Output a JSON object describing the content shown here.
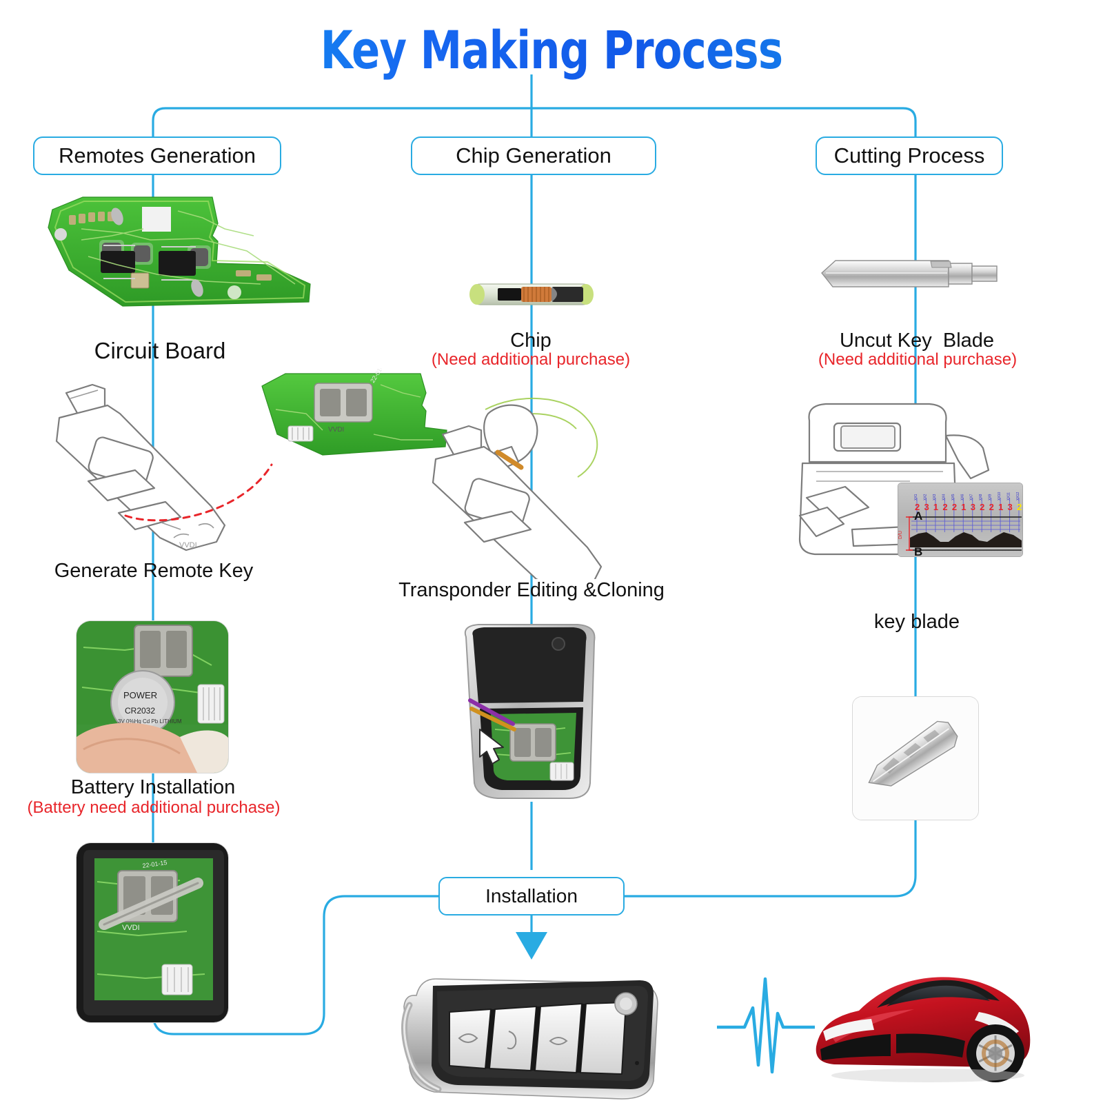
{
  "title": "Key Making Process",
  "theme": {
    "line": "#29ABE2",
    "title_gradient_from": "#12A9F0",
    "title_gradient_to": "#1259E8",
    "caption_color": "#111111",
    "warning_color": "#E8252A"
  },
  "stages": [
    {
      "id": "remotes",
      "label": "Remotes Generation"
    },
    {
      "id": "chip",
      "label": "Chip Generation"
    },
    {
      "id": "cutting",
      "label": "Cutting Process"
    }
  ],
  "columns": {
    "left": {
      "header": "Remotes Generation",
      "steps": [
        {
          "name": "circuit-board",
          "label": "Circuit Board",
          "note": ""
        },
        {
          "name": "generate-remote-key",
          "label": "Generate Remote Key",
          "note": ""
        },
        {
          "name": "battery-installation",
          "label": "Battery Installation",
          "note": "(Battery need additional purchase)"
        },
        {
          "name": "assembled-board",
          "label": "",
          "note": ""
        }
      ]
    },
    "middle": {
      "header": "Chip Generation",
      "steps": [
        {
          "name": "chip",
          "label": "Chip",
          "note": "(Need additional purchase)"
        },
        {
          "name": "transponder-cloning",
          "label": "Transponder Editing &Cloning",
          "note": ""
        },
        {
          "name": "chip-insertion",
          "label": "",
          "note": ""
        }
      ]
    },
    "right": {
      "header": "Cutting Process",
      "steps": [
        {
          "name": "uncut-key-blade",
          "label": "Uncut Key  Blade",
          "note": "(Need additional purchase)"
        },
        {
          "name": "key-cutting",
          "label": "key blade",
          "note": ""
        },
        {
          "name": "cut-blade",
          "label": "",
          "note": ""
        }
      ]
    }
  },
  "installation": {
    "label": "Installation"
  },
  "cutting_chart": {
    "row_top_label": "A",
    "row_bottom_label": "B",
    "side_label": "D/U",
    "depths": [
      "2",
      "3",
      "1",
      "2",
      "2",
      "1",
      "3",
      "2",
      "2",
      "1",
      "3",
      "2"
    ],
    "highlight_index": 11,
    "highlight_color": "#FFE800",
    "digit_color": "#E8252A",
    "code_color": "#3333CC"
  },
  "key_remote": {
    "buttons": [
      "unlock-icon",
      "trunk-icon",
      "lock-icon",
      "panic-icon"
    ]
  },
  "car": {
    "color": "#CC1020"
  },
  "signal": {
    "label": "rf-signal-wave"
  }
}
